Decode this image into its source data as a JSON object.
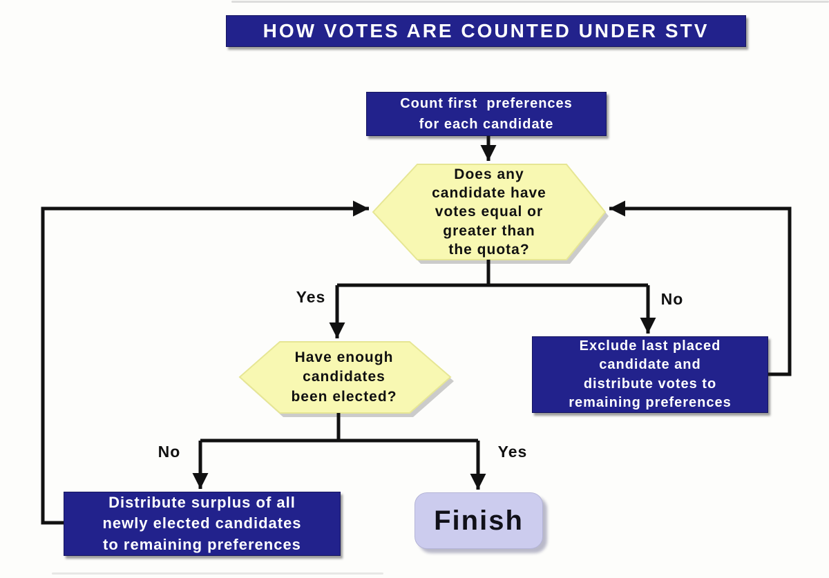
{
  "title": "HOW VOTES ARE COUNTED UNDER STV",
  "colors": {
    "navy": "#22228c",
    "yellow": "#f8f8b2",
    "yellow-edge": "#e6e694",
    "lavender": "#ccccee",
    "line": "#111111",
    "page-bg": "#fdfdfb"
  },
  "nodes": {
    "count_first_preferences": "Count first  preferences\nfor each candidate",
    "quota_decision": "Does any\ncandidate have\nvotes equal or\ngreater than\nthe quota?",
    "enough_elected_decision": "Have enough\ncandidates\nbeen elected?",
    "exclude_candidate": "Exclude last placed\ncandidate and\ndistribute votes to\nremaining preferences",
    "distribute_surplus": "Distribute surplus of all\nnewly elected candidates\nto remaining preferences",
    "finish": "Finish"
  },
  "edge_labels": {
    "quota_yes": "Yes",
    "quota_no": "No",
    "enough_no": "No",
    "enough_yes": "Yes"
  }
}
